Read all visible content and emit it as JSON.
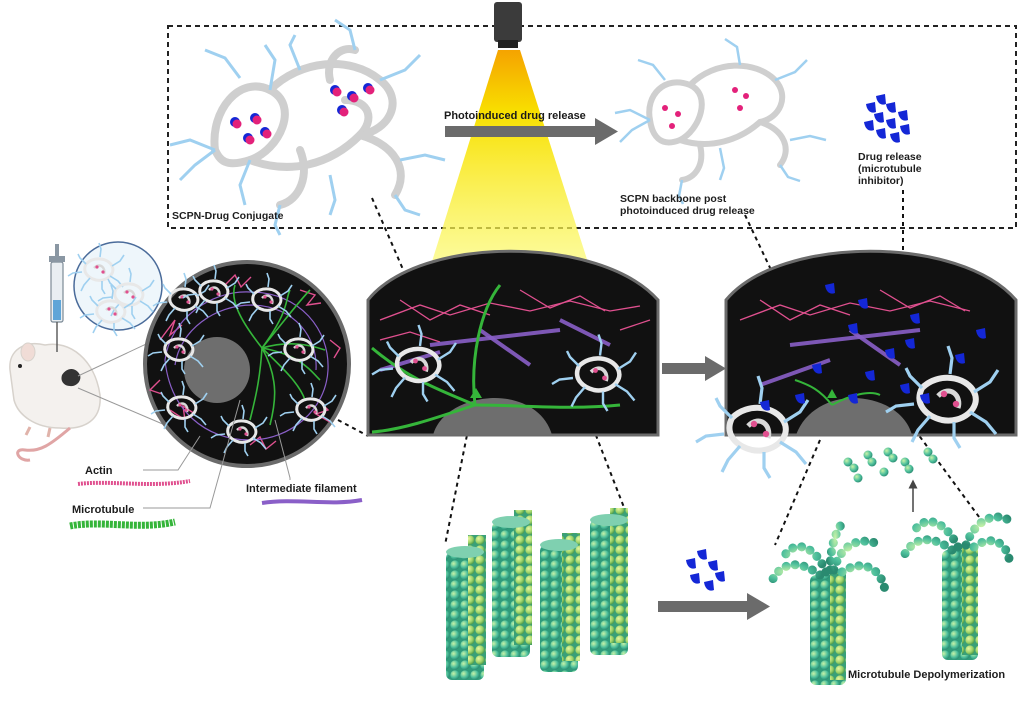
{
  "labels": {
    "scpn_drug_conjugate": "SCPN-Drug Conjugate",
    "photoinduced_drug_release": "Photoinduced drug release",
    "scpn_backbone_line1": "SCPN backbone post",
    "scpn_backbone_line2": "photoinduced drug release",
    "drug_release_line1": "Drug release",
    "drug_release_line2": "(microtubule",
    "drug_release_line3": "inhibitor)",
    "actin": "Actin",
    "microtubule": "Microtubule",
    "intermediate_filament": "Intermediate filament",
    "microtubule_depolymerization": "Microtubule Depolymerization"
  },
  "colors": {
    "actin": "#e0508f",
    "microtubule": "#35b53a",
    "intermediate_filament": "#8a5fc8",
    "drug": "#1427d6",
    "polymer_backbone": "#c9c9c9",
    "polymer_side_chains": "#9fd0f0",
    "light_beam": "#f6f000",
    "arrow": "#6b6b6b",
    "cell_background": "#111111",
    "tubulin": "#4dbf9c"
  },
  "icons": [
    "light-source-icon",
    "syringe-icon",
    "mouse-icon",
    "drug-molecule-icon",
    "tubulin-dimer-icon"
  ]
}
